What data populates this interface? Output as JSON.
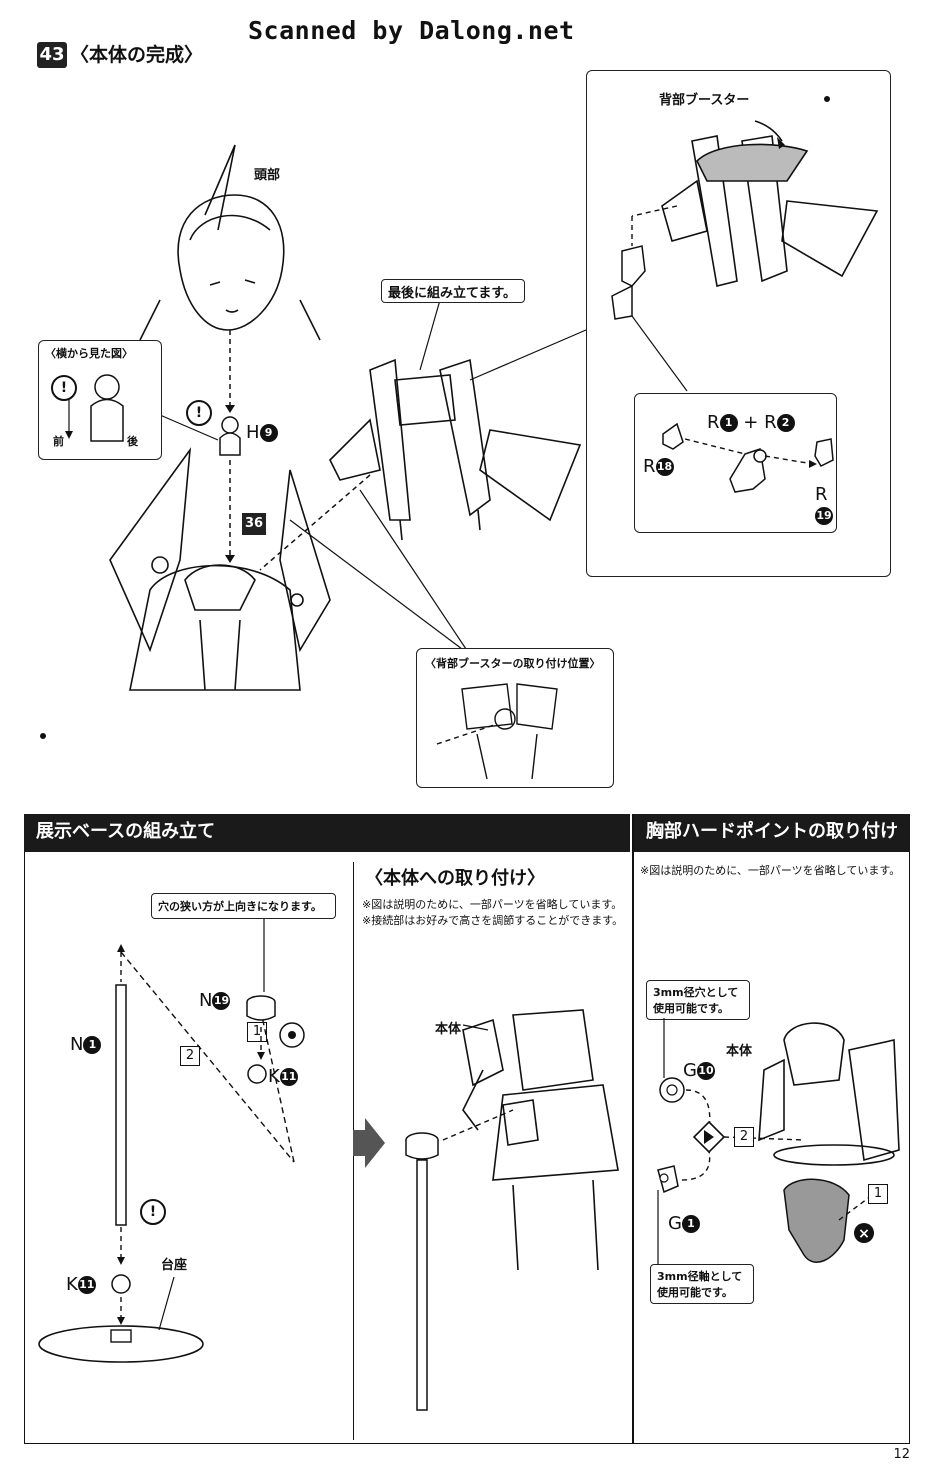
{
  "watermark": "Scanned by Dalong.net",
  "step": {
    "number": "43",
    "title": "〈本体の完成〉"
  },
  "labels": {
    "head": "頭部",
    "back_booster": "背部ブースター",
    "assemble_last": "最後に組み立てます。",
    "side_view": "〈横から見た図〉",
    "front": "前",
    "back": "後",
    "ref_step": "36",
    "booster_position": "〈背部ブースターの取り付け位置〉",
    "h_part": "H",
    "h_num": "9",
    "r18": "18",
    "r1": "1",
    "r2": "2",
    "r19": "19",
    "r_letter": "R"
  },
  "base_section": {
    "title": "展示ベースの組み立て",
    "note_hole": "穴の狭い方が上向きになります。",
    "n19_letter": "N",
    "n19_num": "19",
    "n1_letter": "N",
    "n1_num": "1",
    "k11_letter": "K",
    "k11_num": "11",
    "k11b_letter": "K",
    "k11b_num": "11",
    "step1": "1",
    "step2": "2",
    "pedestal": "台座"
  },
  "attach_section": {
    "title": "〈本体への取り付け〉",
    "note1": "※図は説明のために、一部パーツを省略しています。",
    "note2": "※接続部はお好みで高さを調節することができます。",
    "body": "本体"
  },
  "chest_section": {
    "title": "胸部ハードポイントの取り付け",
    "note": "※図は説明のために、一部パーツを省略しています。",
    "hole_note_1": "3mm径穴として",
    "hole_note_2": "使用可能です。",
    "shaft_note_1": "3mm径軸として",
    "shaft_note_2": "使用可能です。",
    "g10_letter": "G",
    "g10_num": "10",
    "g1_letter": "G",
    "g1_num": "1",
    "body": "本体",
    "step1": "1",
    "step2": "2"
  },
  "page_number": "12"
}
